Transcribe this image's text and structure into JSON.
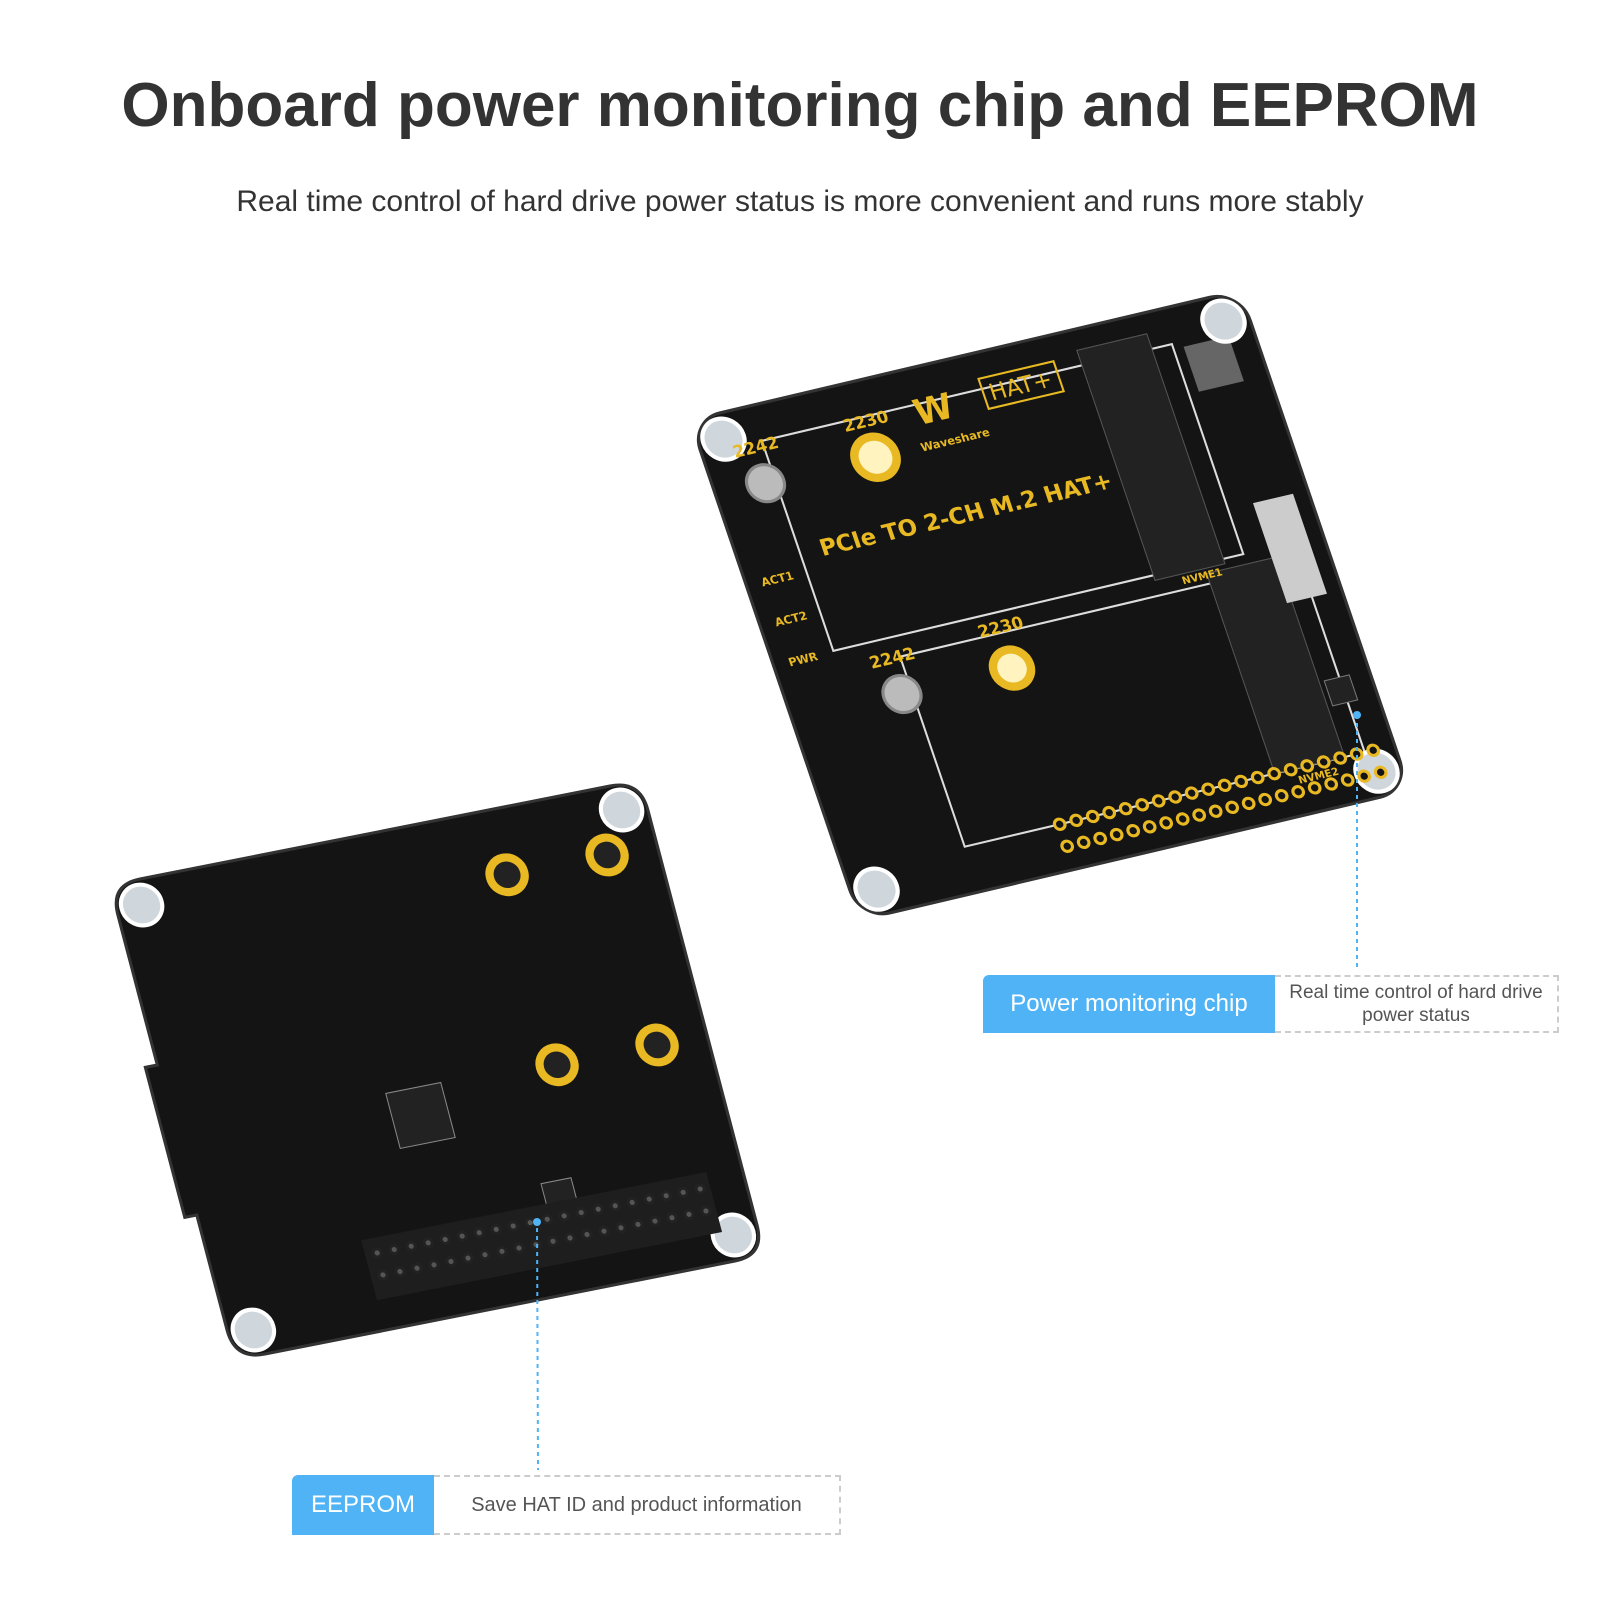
{
  "header": {
    "title": "Onboard power monitoring chip and EEPROM",
    "subtitle": "Real time control of hard drive power status is more convenient and runs more stably"
  },
  "callouts": [
    {
      "label": "Power monitoring chip",
      "description": "Real time control of hard drive power status"
    },
    {
      "label": "EEPROM",
      "description": "Save HAT ID and product information"
    }
  ],
  "board": {
    "product_name": "PCIe TO 2-CH M.2 HAT+",
    "badge": "HAT+",
    "logo_text": "Waveshare",
    "slot1_size_a": "2230",
    "slot1_size_b": "2242",
    "slot2_size_a": "2230",
    "slot2_size_b": "2242",
    "nvme1": "NVME1",
    "nvme2": "NVME2",
    "leds": [
      "ACT1",
      "ACT2",
      "PWR"
    ]
  },
  "colors": {
    "accent": "#4fb3f5",
    "pcb": "#141414",
    "gold": "#e8b923",
    "title": "#333333",
    "dashed_line": "#4fb3f5"
  }
}
